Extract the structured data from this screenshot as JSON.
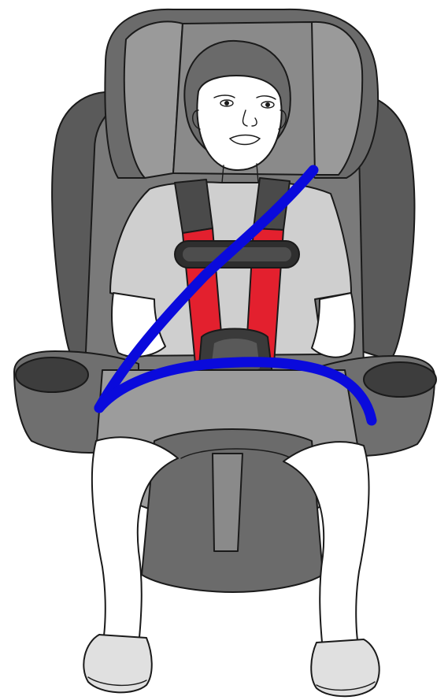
{
  "illustration": {
    "subject": "child-in-booster-seat-with-vehicle-belt",
    "colors": {
      "seat_shell_dark": "#595959",
      "seat_shell_mid": "#7a7a7a",
      "seat_cushion": "#9c9c9c",
      "seat_base": "#6b6b6b",
      "armrest": "#6f6f6f",
      "cupholder": "#3d3d3d",
      "shirt": "#cfcfcf",
      "skin": "#ffffff",
      "harness": "#e3202e",
      "harness_shoulder_pad": "#4a4a4a",
      "crotch_strap": "#8a8a8a",
      "belt_highlight": "#0a0adc",
      "outline": "#1a1a1a"
    },
    "icons": {
      "lap_belt": "lap-belt-path",
      "shoulder_belt": "shoulder-belt-path",
      "chest_clip": "chest-clip",
      "buckle": "buckle"
    }
  }
}
